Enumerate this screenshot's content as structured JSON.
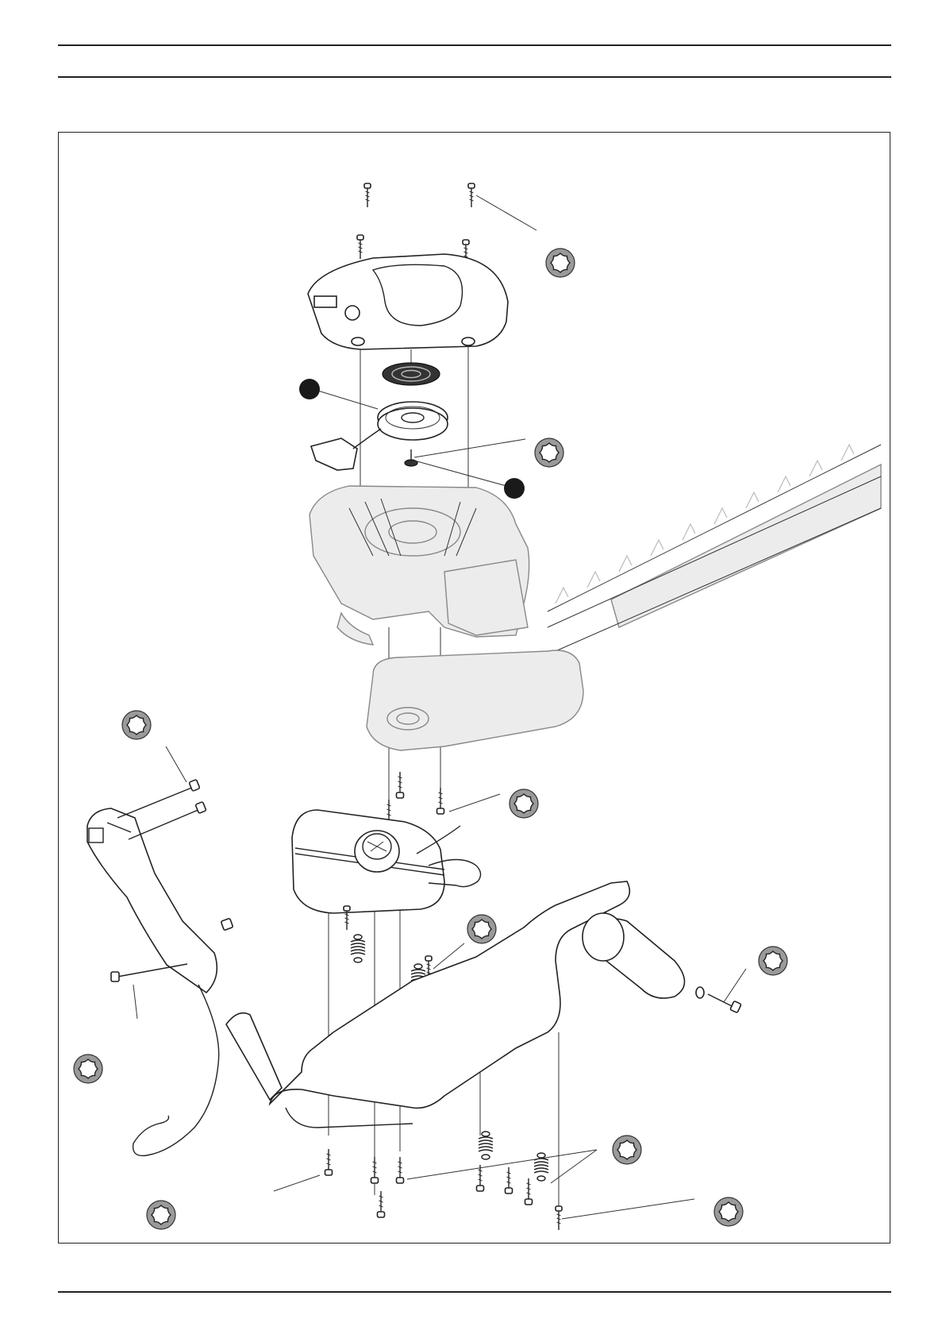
{
  "figure": {
    "callout_markers": [
      {
        "name": "marker-a",
        "style": "filled-dot"
      },
      {
        "name": "marker-b",
        "style": "filled-dot"
      }
    ],
    "icons": [
      "torx-screw-icon"
    ],
    "colors": {
      "line": "#222222",
      "icon_fill": "#9a9a9a",
      "background": "#ffffff"
    }
  }
}
